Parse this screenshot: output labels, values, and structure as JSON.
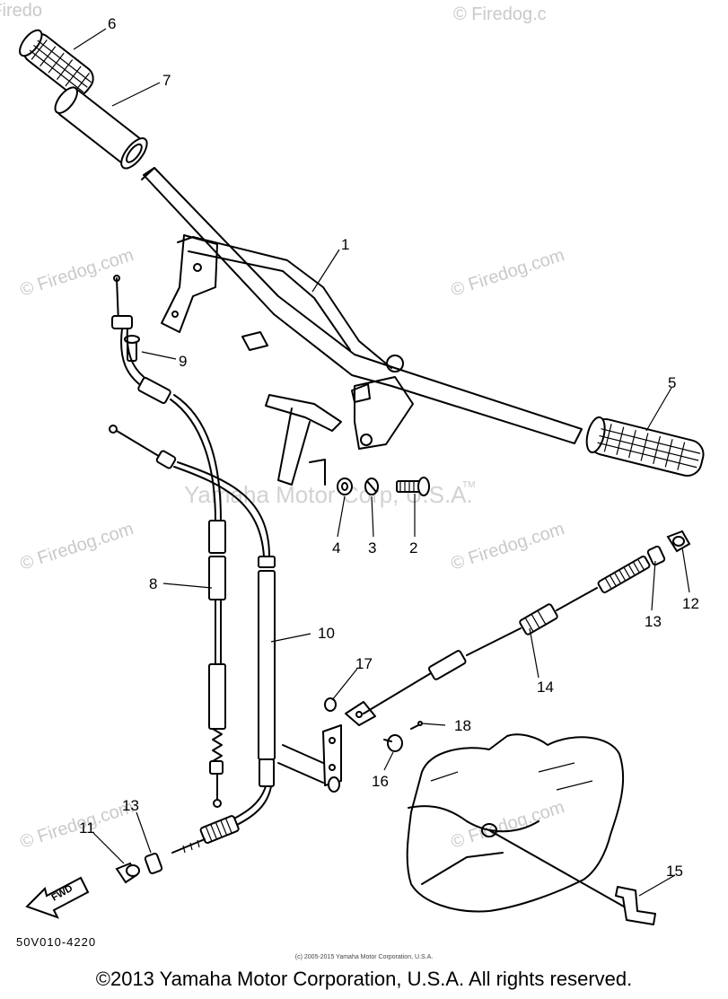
{
  "watermarks": {
    "top_right": "© Firedog.c",
    "top_left": "© Firedo",
    "tile": "© Firedog.com",
    "center": "Yamaha Motor Corp, U.S.A.",
    "tm": "TM"
  },
  "callouts": {
    "c1": "1",
    "c2": "2",
    "c3": "3",
    "c4": "4",
    "c5": "5",
    "c6": "6",
    "c7": "7",
    "c8": "8",
    "c9": "9",
    "c10": "10",
    "c11": "11",
    "c12": "12",
    "c13a": "13",
    "c13b": "13",
    "c14": "14",
    "c15": "15",
    "c16": "16",
    "c17": "17",
    "c18": "18"
  },
  "fwd_label": "FWD",
  "part_code": "50V010-4220",
  "small_copyright": "(c) 2005-2015 Yamaha Motor Corporation, U.S.A.",
  "footer": "©2013 Yamaha Motor Corporation, U.S.A. All rights reserved."
}
